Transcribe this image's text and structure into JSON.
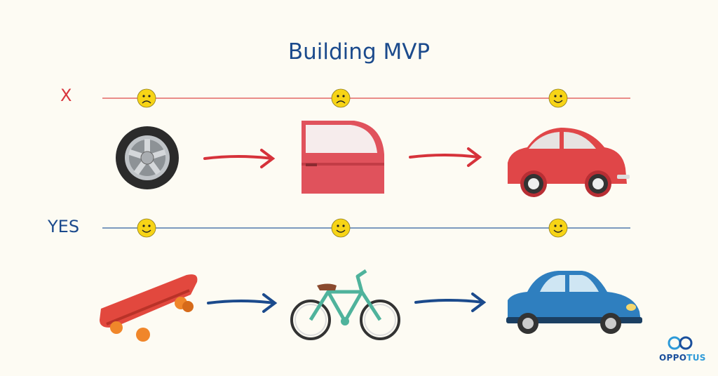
{
  "title": "Building MVP",
  "rows": [
    {
      "label": "X",
      "color": "#d9363e",
      "faces": [
        "sad",
        "sad",
        "happy"
      ],
      "items": [
        "wheel",
        "car-door",
        "red-car"
      ]
    },
    {
      "label": "YES",
      "color": "#1b4a8c",
      "faces": [
        "happy",
        "happy",
        "happy"
      ],
      "items": [
        "skateboard",
        "bicycle",
        "blue-car"
      ]
    }
  ],
  "logo": {
    "part1": "OPPO",
    "part2": "TUS"
  }
}
